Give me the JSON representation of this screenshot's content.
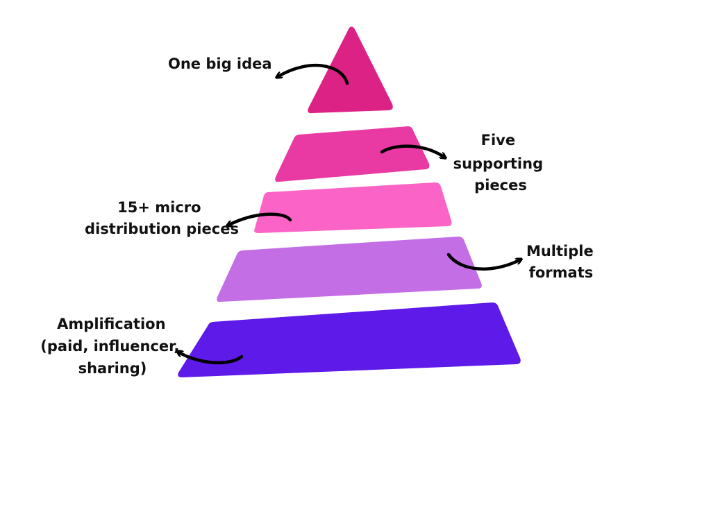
{
  "diagram": {
    "tiers": [
      {
        "name": "tier-1",
        "color": "#dd2286"
      },
      {
        "name": "tier-2",
        "color": "#e83aa2"
      },
      {
        "name": "tier-3",
        "color": "#fb64c6"
      },
      {
        "name": "tier-4",
        "color": "#c46ee6"
      },
      {
        "name": "tier-5",
        "color": "#5e1ae8"
      }
    ],
    "labels": {
      "one_big_idea": "One big idea",
      "five_supporting": [
        "Five",
        "supporting",
        "pieces"
      ],
      "micro_distribution": [
        "15+ micro",
        "distribution pieces"
      ],
      "multiple_formats": [
        "Multiple",
        "formats"
      ],
      "amplification": [
        "Amplification",
        "(paid, influencer,",
        "sharing)"
      ]
    }
  }
}
